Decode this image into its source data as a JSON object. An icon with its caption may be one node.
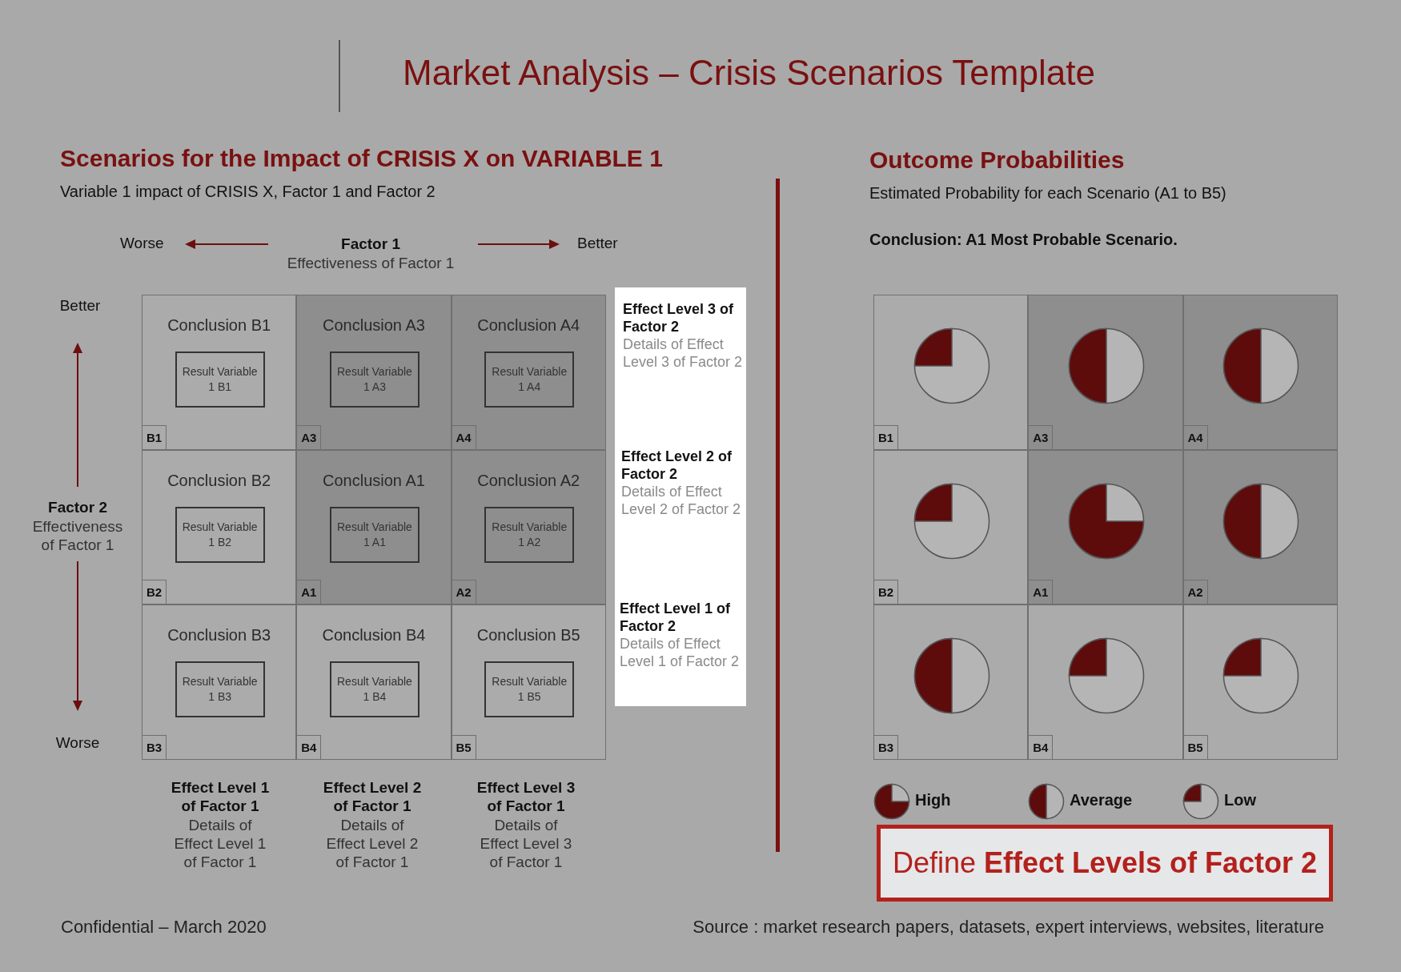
{
  "diagram": {
    "title": "Market Analysis – Crisis Scenarios Template",
    "nodes": [
      {
        "text": [
          "Conclusion B1",
          "B1"
        ]
      },
      {
        "text": [
          "Result Variable 1 B1"
        ],
        "in": 0
      },
      {
        "text": [
          "Conclusion A3",
          "A3"
        ]
      },
      {
        "text": [
          "Result Variable 1 A3"
        ],
        "in": 2
      },
      {
        "text": [
          "Conclusion A4",
          "A4"
        ]
      },
      {
        "text": [
          "Result Variable 1 A4"
        ],
        "in": 4
      },
      {
        "text": [
          "Conclusion B2",
          "B2"
        ]
      },
      {
        "text": [
          "Result Variable 1 B2"
        ],
        "in": 6
      },
      {
        "text": [
          "Conclusion A1",
          "A1"
        ]
      },
      {
        "text": [
          "Result Variable 1 A1"
        ],
        "in": 8
      },
      {
        "text": [
          "Conclusion A2",
          "A2"
        ]
      },
      {
        "text": [
          "Result Variable 1 A2"
        ],
        "in": 10
      },
      {
        "text": [
          "Conclusion B3",
          "B3"
        ]
      },
      {
        "text": [
          "Result Variable 1 B3"
        ],
        "in": 12
      },
      {
        "text": [
          "Conclusion B4",
          "B4"
        ]
      },
      {
        "text": [
          "Result Variable 1 B4"
        ],
        "in": 14
      },
      {
        "text": [
          "Conclusion B5",
          "B5"
        ]
      },
      {
        "text": [
          "Result Variable 1 B5"
        ],
        "in": 16
      },
      {
        "text": [],
        "shape": "box"
      },
      {
        "text": [
          "Effect Level 3 of Factor 2",
          "Details of Effect Level 3 of Factor 2"
        ],
        "in": 18
      },
      {
        "text": [
          "Effect Level 2 of Factor 2",
          "Details of Effect Level 2 of Factor 2"
        ],
        "in": 18
      },
      {
        "text": [
          "Effect Level 1 of Factor 2",
          "Details of Effect Level 1 of Factor 2"
        ],
        "in": 18
      },
      {
        "text": [
          "Define **Effect Levels of Factor 2**"
        ]
      },
      {
        "text": [
          "B1"
        ]
      },
      {
        "text": [
          "A3"
        ]
      },
      {
        "text": [
          "A4"
        ]
      },
      {
        "text": [
          "B2"
        ]
      },
      {
        "text": [
          "A1"
        ]
      },
      {
        "text": [
          "A2"
        ]
      },
      {
        "text": [
          "B3"
        ]
      },
      {
        "text": [
          "B4"
        ]
      },
      {
        "text": [
          "B5"
        ]
      }
    ],
    "labels": [
      "Scenarios for the Impact of CRISIS X on VARIABLE 1",
      "Variable 1 impact of CRISIS X, Factor 1 and Factor 2",
      "Worse",
      "Factor 1",
      "Effectiveness of Factor 1",
      "Better",
      "Better",
      "Factor 2",
      "Effectiveness of Factor 1",
      "Worse",
      "Effect Level 1 of Factor 1",
      "Details of Effect Level 1 of Factor 1",
      "Effect Level 2 of Factor 1",
      "Details of Effect Level 2 of Factor 1",
      "Effect Level 3 of Factor 1",
      "Details of Effect Level 3 of Factor 1",
      "Outcome Probabilities",
      "Estimated Probability for each Scenario (A1 to B5)",
      "Conclusion: A1 Most Probable Scenario.",
      "Confidential – March 2020",
      "Source : market research papers, datasets, expert interviews, websites, literature"
    ],
    "legend": [
      {
        "text": "High"
      },
      {
        "text": "Average"
      },
      {
        "text": "Low"
      }
    ]
  }
}
